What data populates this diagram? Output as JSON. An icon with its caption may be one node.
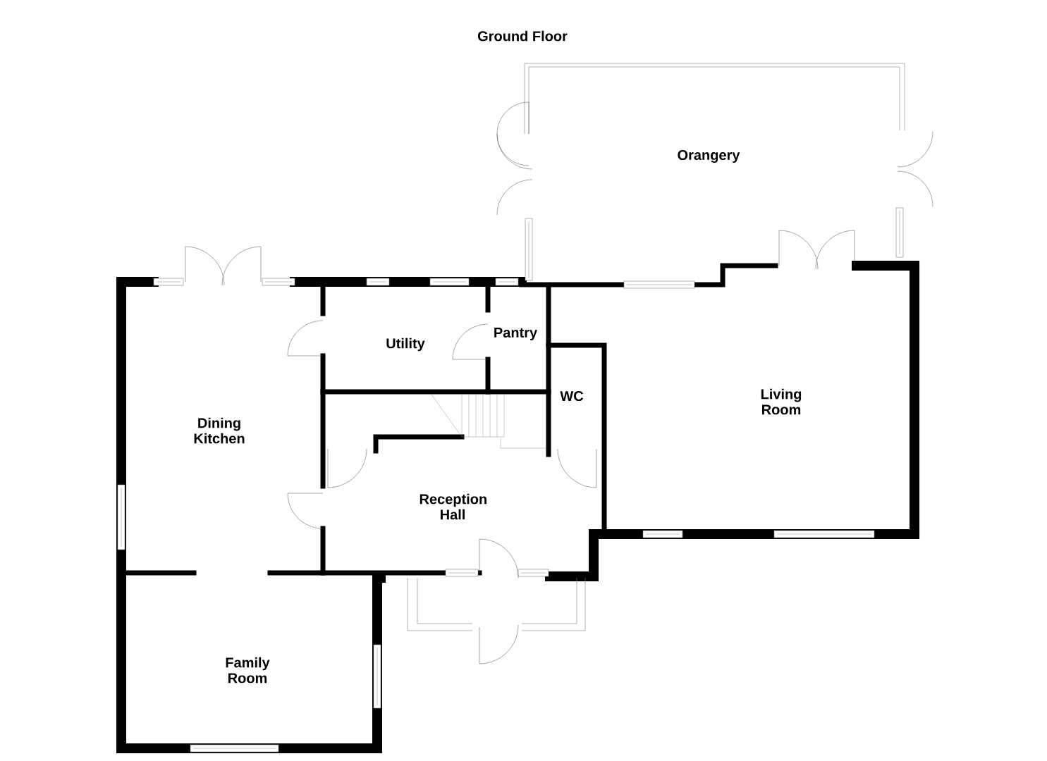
{
  "diagram": {
    "title": "Ground Floor",
    "nodes": [
      {
        "text": [
          "Orangery"
        ]
      },
      {
        "text": [
          "Pantry"
        ]
      },
      {
        "text": [
          "Utility"
        ]
      },
      {
        "text": [
          "WC"
        ]
      },
      {
        "text": [
          "Living Room"
        ]
      },
      {
        "text": [
          "Dining Kitchen"
        ]
      },
      {
        "text": [
          "Reception Hall"
        ]
      },
      {
        "text": [
          "Family Room"
        ]
      }
    ]
  }
}
